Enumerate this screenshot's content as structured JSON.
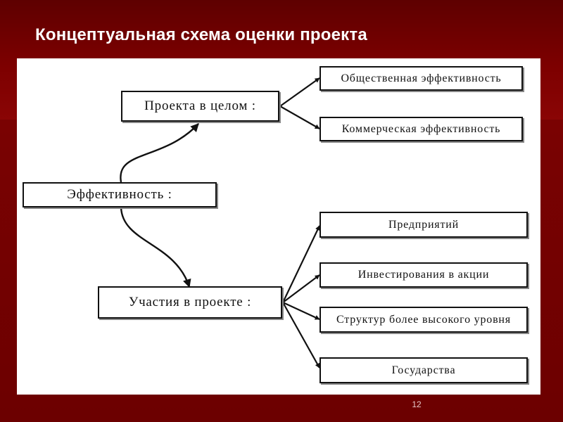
{
  "slide": {
    "title": "Концептуальная схема оценки проекта",
    "page_number": "12"
  },
  "diagram": {
    "root": "Эффективность :",
    "project_whole": {
      "label": "Проекта в целом :",
      "children": [
        "Общественная эффективность",
        "Коммерческая эффективность"
      ]
    },
    "participation": {
      "label": "Участия в проекте :",
      "children": [
        "Предприятий",
        "Инвестирования в акции",
        "Структур более высокого уровня",
        "Государства"
      ]
    }
  }
}
